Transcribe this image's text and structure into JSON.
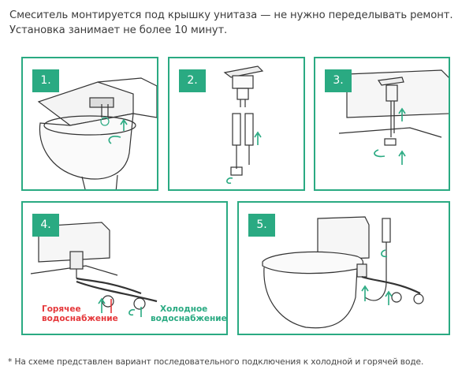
{
  "intro": {
    "line1": "Смеситель монтируется под крышку унитаза — не нужно переделывать ремонт.",
    "line2": "Установка занимает не более 10 минут."
  },
  "steps": [
    {
      "number": "1."
    },
    {
      "number": "2."
    },
    {
      "number": "3."
    },
    {
      "number": "4.",
      "hot_label_1": "Горячее",
      "hot_label_2": "водоснабжение",
      "cold_label_1": "Холодное",
      "cold_label_2": "водоснабжение"
    },
    {
      "number": "5."
    }
  ],
  "footnote": "* На схеме представлен вариант последовательного подключения к холодной и горячей воде.",
  "colors": {
    "accent": "#2aaa82",
    "hot": "#e5383b",
    "line": "#333333"
  }
}
